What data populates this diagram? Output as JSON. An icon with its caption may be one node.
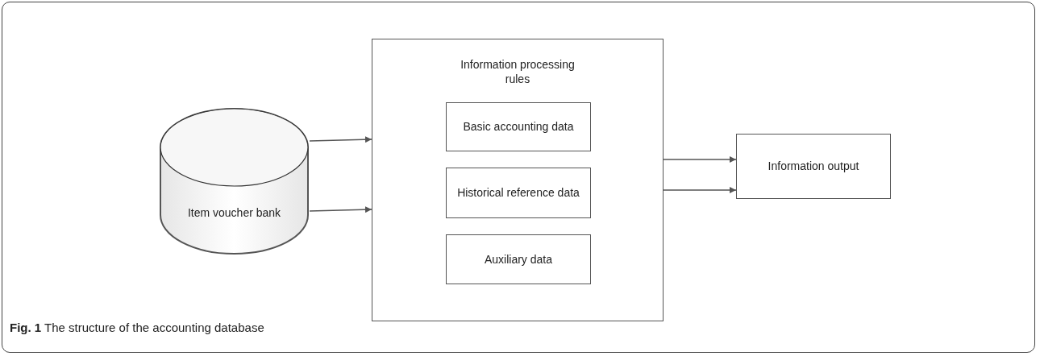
{
  "diagram": {
    "caption": "**Fig. 1** The structure of the accounting database",
    "nodes": [
      {
        "text": [
          "Item voucher bank"
        ]
      },
      {
        "text": [
          "Information processing rules"
        ]
      },
      {
        "text": [
          "Basic accounting data"
        ],
        "in": 1
      },
      {
        "text": [
          "Historical reference data"
        ],
        "in": 1
      },
      {
        "text": [
          "Auxiliary data"
        ],
        "in": 1
      },
      {
        "text": [
          "Information output"
        ]
      }
    ],
    "edges": [
      {
        "from": 0,
        "to": 1,
        "arrow": "to"
      },
      {
        "from": 0,
        "to": 1,
        "arrow": "to"
      },
      {
        "from": 1,
        "to": 5,
        "arrow": "to"
      },
      {
        "from": 1,
        "to": 5,
        "arrow": "to"
      }
    ]
  }
}
